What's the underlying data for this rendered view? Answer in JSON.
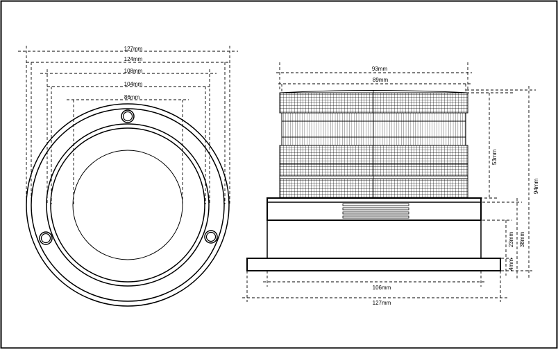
{
  "front_view": {
    "dimensions": [
      "127mm",
      "124mm",
      "108mm",
      "104mm",
      "86mm"
    ]
  },
  "side_view": {
    "top_dimensions": [
      "93mm",
      "89mm"
    ],
    "right_dimensions": [
      "53mm",
      "94mm",
      "38mm",
      "23mm",
      "4mm"
    ],
    "bottom_dimensions": [
      "106mm",
      "127mm"
    ]
  }
}
